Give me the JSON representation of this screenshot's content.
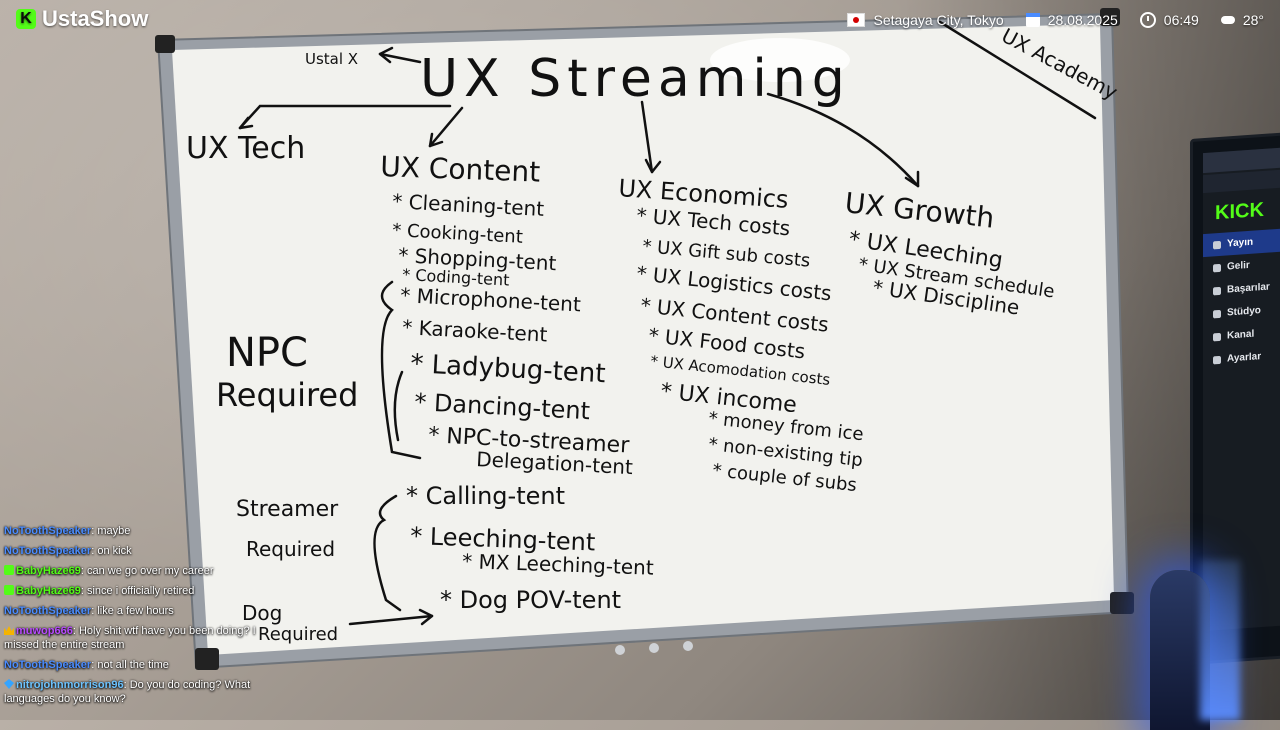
{
  "overlay": {
    "brand": "UstaShow",
    "location": "Setagaya City, Tokyo",
    "date": "28.08.2025",
    "time": "06:49",
    "temperature": "28°",
    "icons": [
      "kick-logo-icon",
      "japan-flag-icon",
      "calendar-icon",
      "clock-icon",
      "cloud-icon"
    ]
  },
  "whiteboard": {
    "title": "UX Streaming",
    "side_note": "Ustal X",
    "corner_note": "UX Academy",
    "branches": {
      "tech": "UX Tech",
      "content": "UX Content",
      "economics": "UX Economics",
      "growth": "UX Growth"
    },
    "content_items": [
      "* Cleaning-tent",
      "* Cooking-tent",
      "* Shopping-tent",
      "* Coding-tent",
      "* Microphone-tent",
      "* Karaoke-tent",
      "* Ladybug-tent",
      "* Dancing-tent",
      "* NPC-to-streamer",
      "Delegation-tent"
    ],
    "npc_label": [
      "NPC",
      "Required"
    ],
    "economics_items": [
      "* UX Tech costs",
      "* UX Gift sub costs",
      "* UX Logistics costs",
      "* UX Content costs",
      "* UX Food costs",
      "* UX Acomodation costs",
      "* UX income",
      "* money from ice",
      "* non-existing tip",
      "* couple of subs"
    ],
    "growth_items": [
      "* UX Leeching",
      "* UX Stream schedule",
      "* UX Discipline"
    ],
    "streamer_label": [
      "Streamer",
      "Required"
    ],
    "streamer_items": [
      "* Calling-tent",
      "* Leeching-tent",
      "* MX Leeching-tent"
    ],
    "dog_label": [
      "Dog",
      "Required"
    ],
    "dog_item": "* Dog POV-tent"
  },
  "monitor": {
    "site_logo": "KICK",
    "menu": [
      "Yayın",
      "Gelir",
      "Başarılar",
      "Stüdyo",
      "Kanal",
      "Ayarlar"
    ],
    "active_index": 0,
    "accent": "#53fc18"
  },
  "chat": [
    {
      "user": "NoToothSpeaker",
      "color": "#4a8cff",
      "badge": "",
      "text": "maybe"
    },
    {
      "user": "NoToothSpeaker",
      "color": "#4a8cff",
      "badge": "",
      "text": "on kick"
    },
    {
      "user": "BabyHaze69",
      "color": "#53fc18",
      "badge": "sub",
      "text": "can we go over my career"
    },
    {
      "user": "BabyHaze69",
      "color": "#53fc18",
      "badge": "sub",
      "text": "since i officially retired"
    },
    {
      "user": "NoToothSpeaker",
      "color": "#4a8cff",
      "badge": "",
      "text": "like a few hours"
    },
    {
      "user": "muwop666",
      "color": "#b84aff",
      "badge": "crown",
      "text": "Holy shit wtf have you been doing? I missed the entire stream"
    },
    {
      "user": "NoToothSpeaker",
      "color": "#4a8cff",
      "badge": "",
      "text": "not all the time"
    },
    {
      "user": "nitrojohnmorrison96",
      "color": "#6cc3ff",
      "badge": "gem",
      "text": "Do you do coding? What languages do you know?"
    }
  ]
}
